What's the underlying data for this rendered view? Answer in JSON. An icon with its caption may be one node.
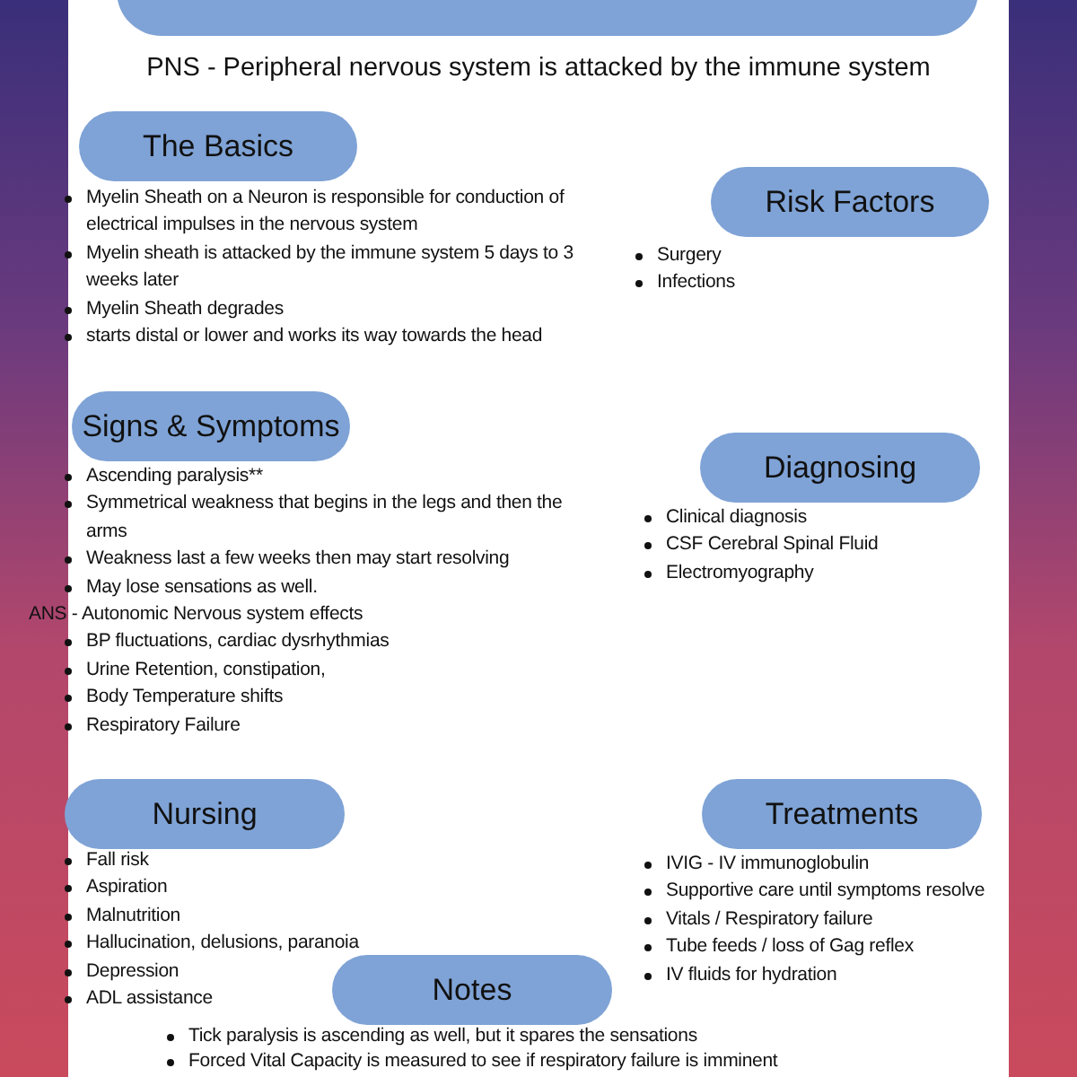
{
  "diagram": {
    "nodes": [
      {
        "text": [],
        "shape": "bar"
      },
      {
        "text": [
          "The Basics"
        ],
        "beside": [
          "Myelin Sheath on a Neuron is responsible for conduction of electrical impulses in the nervous system",
          "Myelin sheath is attacked by the immune system 5 days to 3 weeks later",
          "Myelin Sheath degrades",
          "starts distal or lower and works its way towards the head"
        ]
      },
      {
        "text": [
          "Risk Factors"
        ],
        "beside": [
          "Surgery",
          "Infections"
        ]
      },
      {
        "text": [
          "Signs & Symptoms"
        ],
        "beside": [
          "Ascending paralysis**",
          "Symmetrical weakness that begins in the legs and then the arms",
          "Weakness last a few weeks then may start resolving",
          "May lose sensations as well.",
          "ANS - Autonomic Nervous system effects",
          "BP fluctuations, cardiac dysrhythmias",
          "Urine Retention, constipation,",
          "Body Temperature shifts",
          "Respiratory Failure"
        ]
      },
      {
        "text": [
          "Diagnosing"
        ],
        "beside": [
          "Clinical diagnosis",
          "CSF Cerebral Spinal Fluid",
          "Electromyography"
        ]
      },
      {
        "text": [
          "Nursing"
        ],
        "beside": [
          "Fall risk",
          "Aspiration",
          "Malnutrition",
          "Hallucination, delusions, paranoia",
          "Depression",
          "ADL assistance"
        ]
      },
      {
        "text": [
          "Treatments"
        ],
        "beside": [
          "IVIG - IV immunoglobulin",
          "Supportive care until symptoms resolve",
          "Vitals / Respiratory failure",
          "Tube feeds / loss of Gag reflex",
          "IV fluids for hydration"
        ]
      },
      {
        "text": [
          "Notes"
        ],
        "beside": [
          "Tick paralysis is ascending as well, but it spares the sensations",
          "Forced Vital Capacity is measured to see if respiratory failure is imminent"
        ]
      }
    ],
    "labels": [
      "PNS - Peripheral nervous system is attacked by the immune system"
    ]
  }
}
